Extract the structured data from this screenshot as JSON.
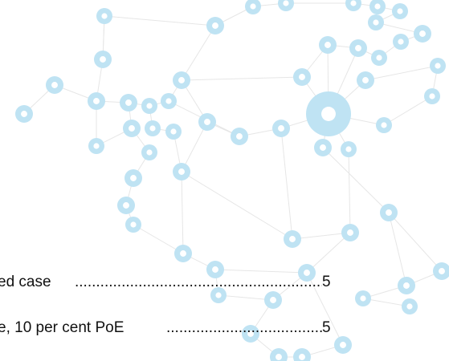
{
  "toc": {
    "entries": [
      {
        "text": "ed case",
        "page": "5"
      },
      {
        "text": "e, 10 per cent PoE",
        "page": "5"
      }
    ]
  },
  "graphic": {
    "node_color": "#bfe3f3",
    "node_center_color": "#ffffff",
    "edge_color": "#e6e6e6"
  }
}
